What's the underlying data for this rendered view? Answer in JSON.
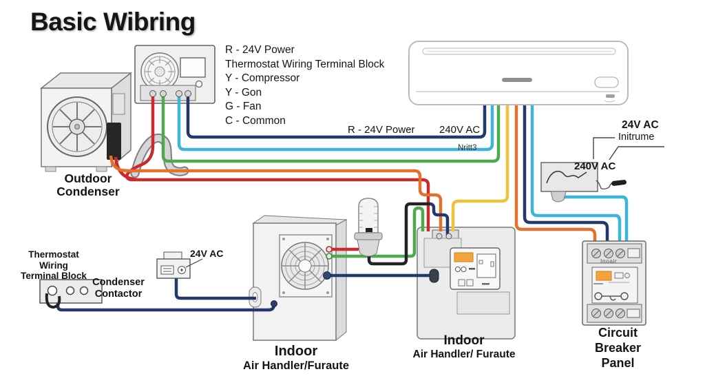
{
  "title": "Basic Wibring",
  "legend": {
    "lines": [
      "R - 24V Power",
      "Thermostat Wiring Terminal Block",
      "Y - Compressor",
      "Y - Gon",
      "G - Fan",
      "C - Common"
    ]
  },
  "wire_labels": {
    "r_24v_power": "R - 24V Power",
    "ac_240_mid": "240V AC",
    "nritt": "Nritt3",
    "ac_24_top": "24V AC",
    "initrume": "Initrume",
    "ac_240_box": "240V AC",
    "ac_24_contactor": "24V AC"
  },
  "components": {
    "outdoor_condenser": {
      "label": [
        "Outdoor",
        "Condenser"
      ]
    },
    "thermostat_terminal_block": {
      "label": [
        "Thermostat",
        "Wiring",
        "Terminal Block"
      ]
    },
    "condenser_contactor": {
      "label": [
        "Condenser",
        "Contactor"
      ]
    },
    "indoor_air_handler_cabinet": {
      "label": [
        "Indoor",
        "Air Handler/Furaute"
      ]
    },
    "indoor_air_handler_panel": {
      "label": [
        "Indoor",
        "Air Handler/ Furaute"
      ]
    },
    "circuit_breaker_panel": {
      "label": [
        "Circuit",
        "Breaker",
        "Panel"
      ],
      "brand": "Inoair"
    }
  },
  "colors": {
    "red": "#cb2a2f",
    "orange": "#e4702d",
    "green": "#4ca94c",
    "cyan": "#3fb4d8",
    "navy": "#24386b",
    "yellow": "#eec23d",
    "black_wire": "#232323",
    "panel_orange": "#f2a33c"
  }
}
